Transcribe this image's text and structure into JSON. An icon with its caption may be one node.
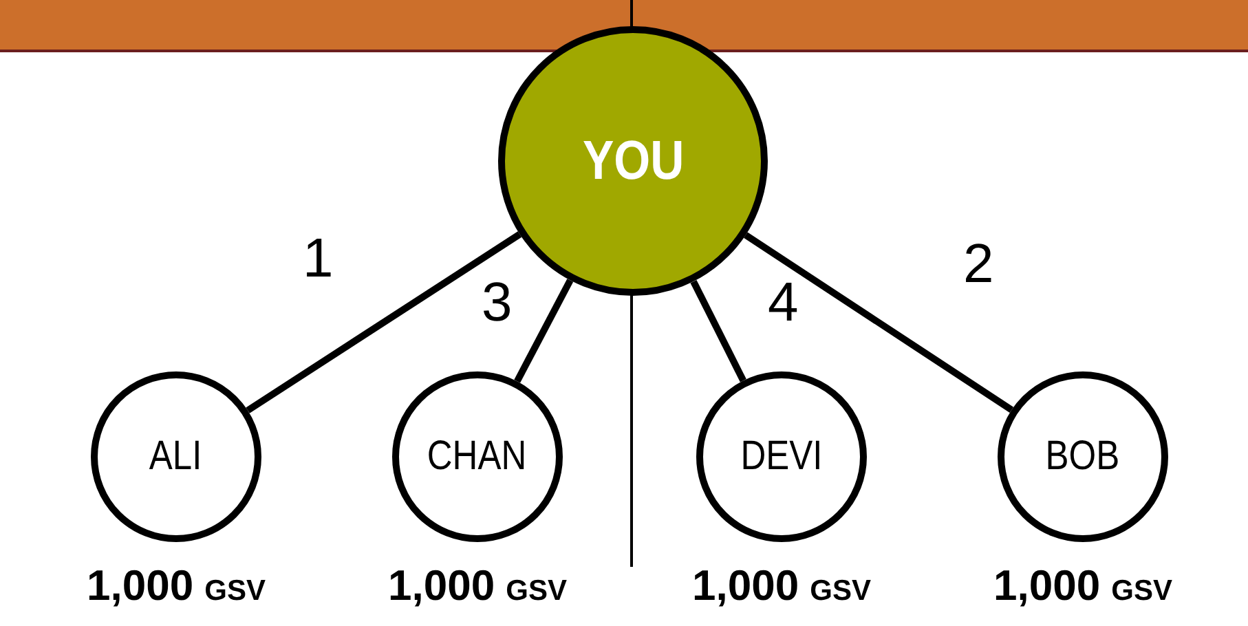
{
  "diagram": {
    "nodes": [
      {
        "text": [
          "YOU"
        ]
      },
      {
        "text": [
          "ALI"
        ],
        "beside": [
          "1,000",
          "GSV"
        ]
      },
      {
        "text": [
          "CHAN"
        ],
        "beside": [
          "1,000",
          "GSV"
        ]
      },
      {
        "text": [
          "DEVI"
        ],
        "beside": [
          "1,000",
          "GSV"
        ]
      },
      {
        "text": [
          "BOB"
        ],
        "beside": [
          "1,000",
          "GSV"
        ]
      }
    ],
    "edges": [
      {
        "from": 0,
        "to": 1,
        "arrow": "none",
        "label": "1"
      },
      {
        "from": 0,
        "to": 2,
        "arrow": "none",
        "label": "3"
      },
      {
        "from": 0,
        "to": 3,
        "arrow": "none",
        "label": "4"
      },
      {
        "from": 0,
        "to": 4,
        "arrow": "none",
        "label": "2"
      }
    ]
  }
}
